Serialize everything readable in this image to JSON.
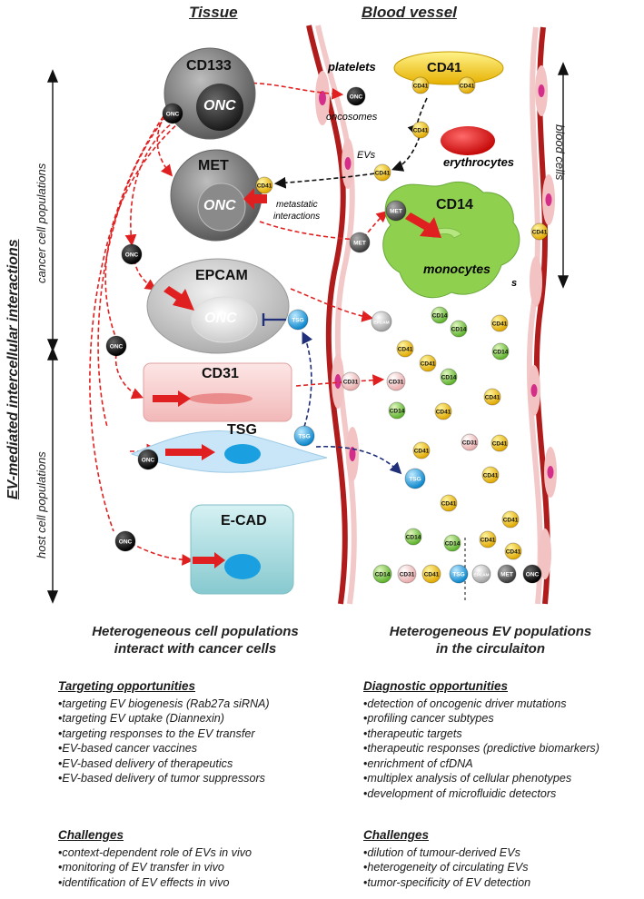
{
  "headers": {
    "tissue": "Tissue",
    "blood_vessel": "Blood vessel"
  },
  "side_labels": {
    "main": "EV-mediated intercellular interactions",
    "cancer": "cancer  cell populations",
    "host": "host cell populations",
    "blood_cells": "blood cells"
  },
  "cells": {
    "cd133": "CD133",
    "onc": "ONC",
    "met": "MET",
    "epcam": "EPCAM",
    "cd31": "CD31",
    "tsg": "TSG",
    "ecad": "E-CAD",
    "cd41": "CD41",
    "cd14": "CD14"
  },
  "blood_labels": {
    "platelets": "platelets",
    "oncosomes": "oncosomes",
    "evs": "EVs",
    "erythrocytes": "erythrocytes",
    "metastatic": "metastatic",
    "interactions": "interactions",
    "monocytes": "monocytes",
    "s": "s"
  },
  "ev_tags": {
    "onc": "ONC",
    "met": "MET",
    "epcam": "EPCAM",
    "tsg": "TSG",
    "cd41": "CD41",
    "cd14": "CD14",
    "cd31": "CD31"
  },
  "captions": {
    "left_1": "Heterogeneous cell populations",
    "left_2": "interact with cancer cells",
    "right_1": "Heterogeneous  EV populations",
    "right_2": "in the circulaiton"
  },
  "targeting": {
    "title": "Targeting opportunities",
    "items": [
      "targeting EV biogenesis (Rab27a  siRNA)",
      "targeting EV uptake (Diannexin)",
      "targeting responses to the EV transfer",
      "EV-based cancer vaccines",
      "EV-based delivery of therapeutics",
      "EV-based delivery of tumor suppressors"
    ]
  },
  "challenges_left": {
    "title": "Challenges",
    "items": [
      "context-dependent  role of EVs in vivo",
      "monitoring of EV transfer in vivo",
      "identification of EV effects in vivo"
    ]
  },
  "diagnostic": {
    "title": "Diagnostic opportunities",
    "items": [
      "detection of oncogenic driver mutations",
      "profiling cancer subtypes",
      "therapeutic targets",
      "therapeutic responses (predictive biomarkers)",
      "enrichment of cfDNA",
      "multiplex analysis of cellular phenotypes",
      "development of microfluidic detectors"
    ]
  },
  "challenges_right": {
    "title": "Challenges",
    "items": [
      "dilution of tumour-derived  EVs",
      "heterogeneity of circulating EVs",
      "tumor-specificity of EV detection"
    ]
  },
  "colors": {
    "vessel_wall": "#b01c1c",
    "dashed_red": "#e02020",
    "dashed_black": "#111111",
    "dashed_navy": "#1f2f7a",
    "platelet_yellow": "#f2c40a",
    "monocyte_green": "#8fd14f",
    "erythrocyte_red": "#e01616",
    "tsg_blue": "#1aa0e0",
    "cd31_pink": "#f6c9c9",
    "ecad_teal": "#a9dce0"
  }
}
